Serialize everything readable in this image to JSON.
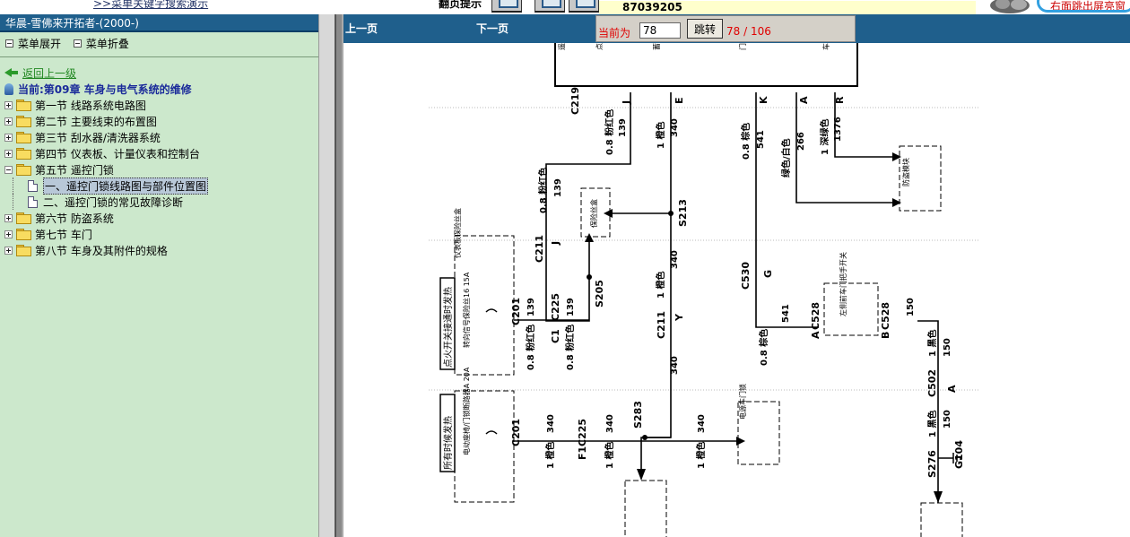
{
  "topbar": {
    "link_text": ">>菜单关键字搜索演示",
    "label": "翻页提示",
    "doc_code": "87039205",
    "pill_text": "右面跳出屏亮窗"
  },
  "left": {
    "title": "华晨-雪佛来开拓者-(2000-)",
    "menu_expand": "菜单展开",
    "menu_collapse": "菜单折叠",
    "back": "返回上一级",
    "current": "当前:第09章  车身与电气系统的维修",
    "sections": [
      {
        "label": "第一节  线路系统电路图"
      },
      {
        "label": "第二节  主要线束的布置图"
      },
      {
        "label": "第三节  刮水器/清洗器系统"
      },
      {
        "label": "第四节  仪表板、计量仪表和控制台"
      },
      {
        "label": "第五节  遥控门锁"
      },
      {
        "label": "第六节  防盗系统"
      },
      {
        "label": "第七节  车门"
      },
      {
        "label": "第八节  车身及其附件的规格"
      }
    ],
    "children": [
      {
        "label": "一、遥控门锁线路图与部件位置图"
      },
      {
        "label": "二、遥控门锁的常见故障诊断"
      }
    ]
  },
  "nav": {
    "prev": "上一页",
    "next": "下一页",
    "current_label": "当前为",
    "page_value": "78",
    "jump_button": "跳转",
    "page_count": "78 / 106"
  },
  "diagram": {
    "module_pins": [
      "遥控门锁模块",
      "点火电压输入",
      "蓄电池电输入",
      "门锁输出",
      "车门解锁输出"
    ],
    "pin_letters": [
      "J",
      "E",
      "K",
      "A",
      "R"
    ],
    "c219": "C219",
    "wire_labels": [
      "0.8 粉红色",
      "139",
      "1 橙色",
      "340",
      "0.8 棕色",
      "541",
      "绿色/白色",
      "266",
      "1 深绿色",
      "1376"
    ],
    "anti_theft": "防盗模块",
    "fuse_box": "保险丝盒",
    "s213": "S213",
    "s205": "S205",
    "c211_j": "C211",
    "j": "J",
    "c530": "C530",
    "g": "G",
    "panel_box": "仪表板保险丝盒",
    "ign_label": "点火开关接通时发热",
    "turn_fuse": "转向信号保险丝16 15A",
    "c201": "C201",
    "c225": "C225",
    "c1": "C1",
    "c211_y": "C211",
    "y": "Y",
    "c528": "C528",
    "switch_label": "左侧前车门把手开关",
    "a": "A",
    "b": "B",
    "black_150": "150",
    "black": "1 黑色",
    "c502": "C502",
    "hot_label": "所有时候发热",
    "door_fuse": "电动座椅/门锁断路器A 20A",
    "f1": "F1",
    "s283": "S283",
    "power_lock": "电源车门锁",
    "g104": "G104",
    "s276": "S276"
  }
}
